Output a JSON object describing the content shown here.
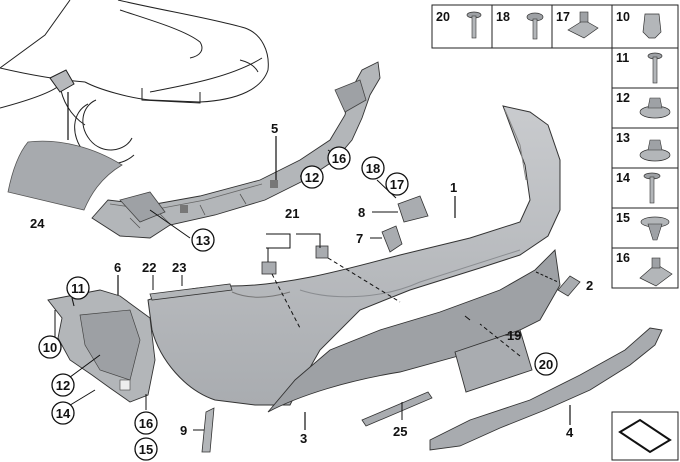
{
  "callouts": {
    "c1": "1",
    "c2": "2",
    "c3": "3",
    "c4": "4",
    "c5": "5",
    "c6": "6",
    "c7": "7",
    "c8": "8",
    "c9": "9",
    "c10": "10",
    "c11": "11",
    "c12a": "12",
    "c12b": "12",
    "c13": "13",
    "c14": "14",
    "c15": "15",
    "c16a": "16",
    "c16b": "16",
    "c17": "17",
    "c18": "18",
    "c19": "19",
    "c20": "20",
    "c21": "21",
    "c22": "22",
    "c23": "23",
    "c24": "24",
    "c25": "25"
  },
  "legend_top": [
    "20",
    "18",
    "17",
    "10"
  ],
  "legend_side": [
    "11",
    "12",
    "13",
    "14",
    "15",
    "16"
  ],
  "colors": {
    "part_fill": "#b7b9bc",
    "part_dark": "#8f9296",
    "line": "#1a1a1a",
    "bg": "#ffffff"
  }
}
